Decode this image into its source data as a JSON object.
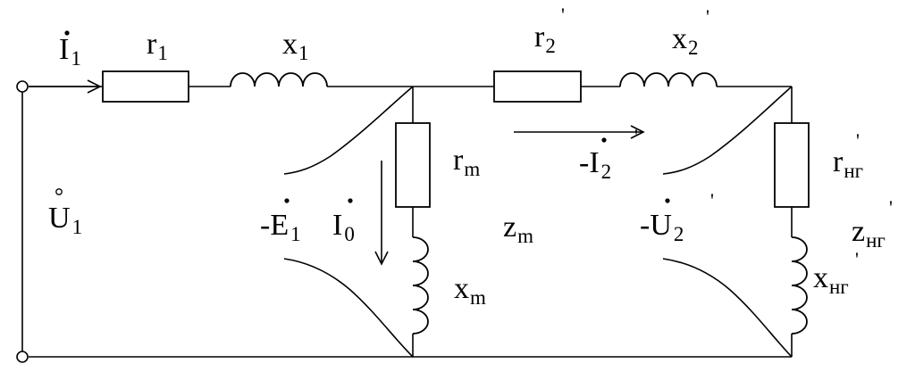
{
  "labels": {
    "I1": {
      "base": "I",
      "sub": "1",
      "dot": true
    },
    "r1": {
      "base": "r",
      "sub": "1"
    },
    "x1": {
      "base": "x",
      "sub": "1"
    },
    "r2": {
      "base": "r",
      "sub": "2",
      "prime": "'"
    },
    "x2": {
      "base": "x",
      "sub": "2",
      "prime": "'"
    },
    "rm": {
      "base": "r",
      "sub": "m"
    },
    "xm": {
      "base": "x",
      "sub": "m"
    },
    "zm": {
      "base": "z",
      "sub": "m"
    },
    "U1": {
      "base": "U",
      "sub": "1",
      "ring": true
    },
    "E1": {
      "base": "-E",
      "sub": "1",
      "dot": true
    },
    "I0": {
      "base": "I",
      "sub": "0",
      "dot": true
    },
    "I2": {
      "base": "-I",
      "sub": "2",
      "prime": "'",
      "dot": true
    },
    "U2": {
      "base": "-U",
      "sub": "2",
      "prime": "'",
      "dot": true
    },
    "rng": {
      "base": "r",
      "sub": "нг",
      "prime": "'"
    },
    "zng": {
      "base": "z",
      "sub": "нг",
      "prime": "'"
    },
    "xng": {
      "base": "x",
      "sub": "нг",
      "prime": "'"
    }
  }
}
